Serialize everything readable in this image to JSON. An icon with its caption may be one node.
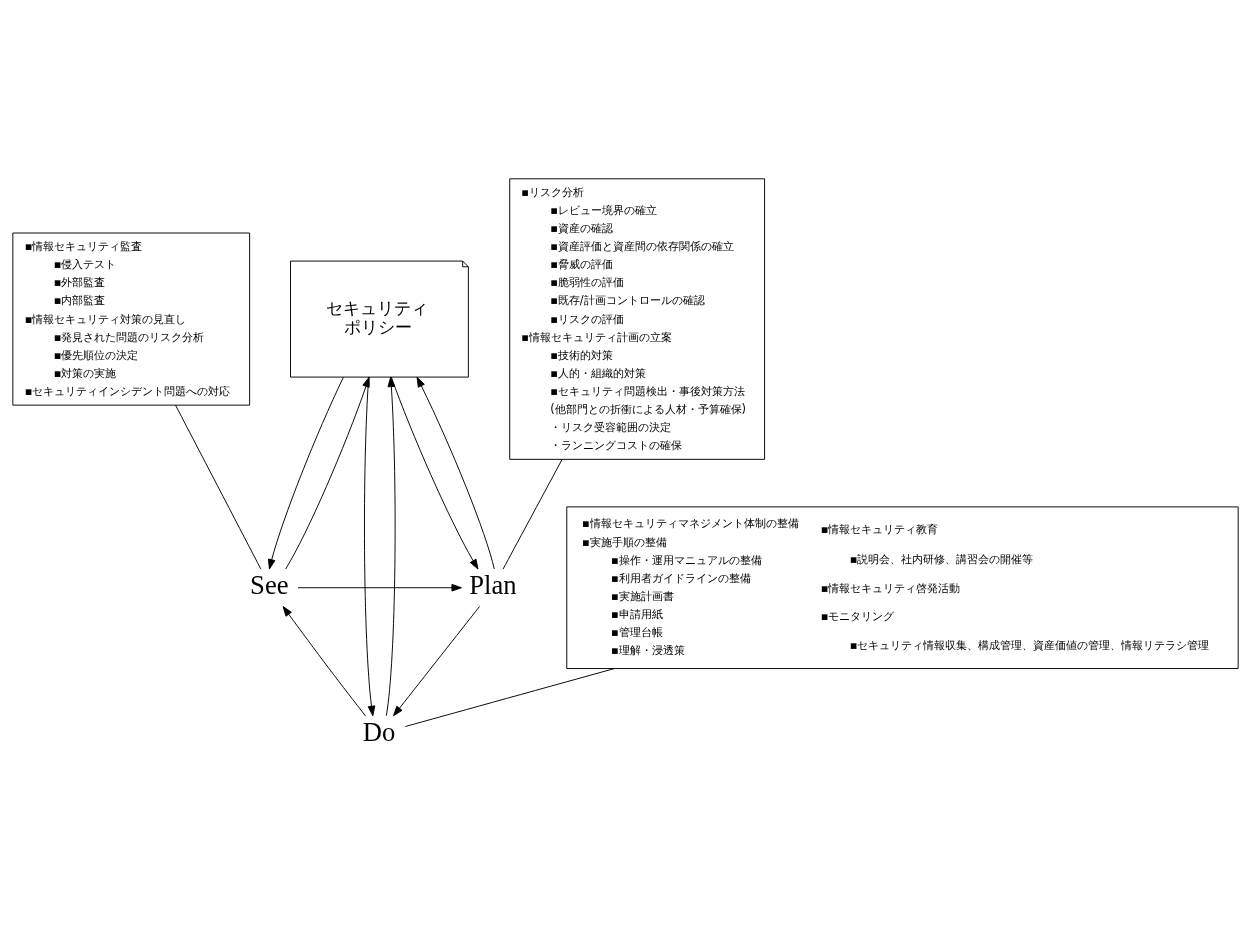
{
  "diagram": {
    "nodes": [
      {
        "text": [
          "▪情報セキュリティ監査",
          "▪侵入テスト",
          "▪外部監査",
          "▪内部監査",
          "▪情報セキュリティ対策の見直し",
          "▪発見された問題のリスク分析",
          "▪優先順位の決定",
          "▪対策の実施",
          "▪セキュリティインシデント問題への対応"
        ]
      },
      {
        "text": [
          "▪リスク分析",
          "▪レビュー境界の確立",
          "▪資産の確認",
          "▪資産評価と資産間の依存関係の確立",
          "▪脅威の評価",
          "▪脆弱性の評価",
          "▪既存/計画コントロールの確認",
          "▪リスクの評価",
          "▪情報セキュリティ計画の立案",
          "▪技術的対策",
          "▪人的・組織的対策",
          "▪セキュリティ問題検出・事後対策方法",
          "(他部門との折衝による人材・予算確保)",
          "・リスク受容範囲の決定",
          "・ランニングコストの確保"
        ]
      },
      {
        "text": [
          "See"
        ]
      },
      {
        "text": [
          "Plan"
        ]
      },
      {
        "text": [
          "セキュリティ",
          "ポリシー"
        ]
      },
      {
        "text": [
          "Do"
        ]
      },
      {
        "text": [
          "▪情報セキュリティマネジメント体制の整備",
          "▪実施手順の整備",
          "▪操作・運用マニュアルの整備",
          "▪利用者ガイドラインの整備",
          "▪実施計画書",
          "▪申請用紙",
          "▪管理台帳",
          "▪理解・浸透策",
          "▪情報セキュリティ教育",
          "▪説明会、社内研修、講習会の開催等",
          "▪情報セキュリティ啓発活動",
          "▪モニタリング",
          "▪セキュリティ情報収集、構成管理、資産価値の管理、情報リテラシ管理"
        ]
      }
    ],
    "edges": [
      {
        "from": 2,
        "to": 3,
        "arrow": "to"
      },
      {
        "from": 3,
        "to": 5,
        "arrow": "to"
      },
      {
        "from": 5,
        "to": 2,
        "arrow": "to"
      },
      {
        "from": 4,
        "to": 2,
        "arrow": "to"
      },
      {
        "from": 2,
        "to": 4,
        "arrow": "to"
      },
      {
        "from": 3,
        "to": 4,
        "arrow": "to"
      },
      {
        "from": 4,
        "to": 3,
        "arrow": "to"
      },
      {
        "from": 5,
        "to": 4,
        "arrow": "to"
      },
      {
        "from": 4,
        "to": 5,
        "arrow": "to"
      },
      {
        "from": 0,
        "to": 2,
        "arrow": "none"
      },
      {
        "from": 1,
        "to": 3,
        "arrow": "none"
      },
      {
        "from": 6,
        "to": 5,
        "arrow": "none"
      }
    ]
  }
}
